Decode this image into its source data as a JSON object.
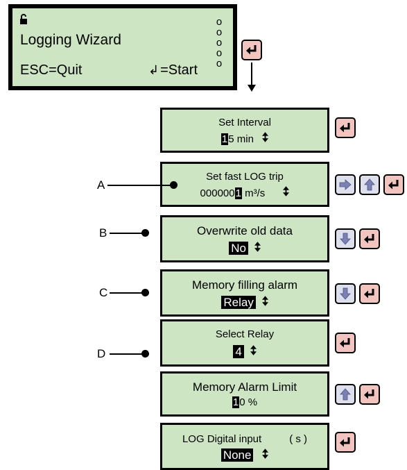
{
  "main_display": {
    "title": "Logging Wizard",
    "esc_label": "ESC=Quit",
    "start_label": "=Start",
    "lock_icon": "unlocked-padlock-icon",
    "status_dots": [
      "o",
      "o",
      "o",
      "o",
      "o"
    ]
  },
  "screens": [
    {
      "line1": "Set Interval",
      "cursor": "1",
      "line2_rest": "5  min",
      "buttons": [
        "enter"
      ]
    },
    {
      "line1": "Set fast LOG trip",
      "line2_prefix": "000000",
      "cursor": "1",
      "line2_rest": " m³/s",
      "buttons": [
        "right",
        "up",
        "enter"
      ]
    },
    {
      "line1": "Overwrite old data",
      "value": "No",
      "buttons": [
        "down",
        "enter"
      ]
    },
    {
      "line1": "Memory filling alarm",
      "value": "Relay",
      "buttons": [
        "down",
        "enter"
      ]
    },
    {
      "line1": "Select Relay",
      "value": "4",
      "buttons": [
        "enter"
      ]
    },
    {
      "line1": "Memory Alarm Limit",
      "cursor": "1",
      "line2_rest": "0  %",
      "buttons": [
        "up",
        "enter"
      ]
    },
    {
      "line1": "LOG Digital input",
      "line1_suffix": "( s )",
      "value": "None",
      "buttons": [
        "enter"
      ]
    }
  ],
  "callouts": [
    "A",
    "B",
    "C",
    "D"
  ],
  "colors": {
    "lcd_background": "#cde5c3",
    "enter_button": "#f2c4c0",
    "nav_button": "#dde0ec"
  }
}
